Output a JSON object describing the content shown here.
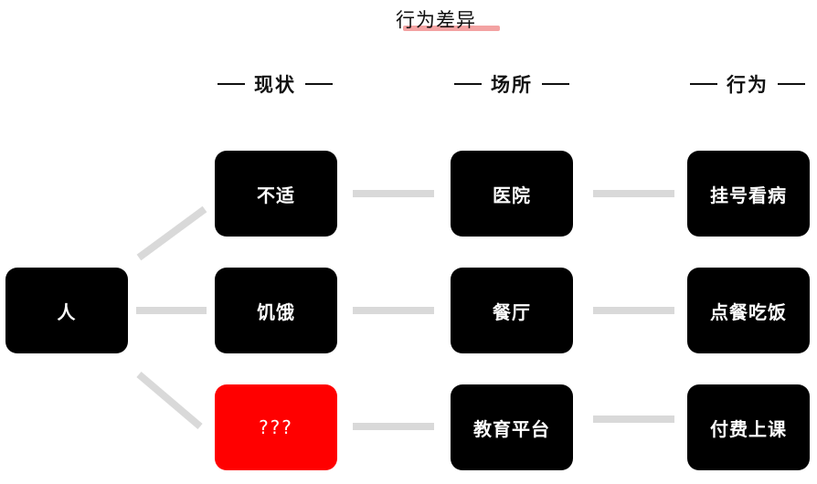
{
  "title": "行为差异",
  "columns": {
    "status": "现状",
    "place": "场所",
    "behavior": "行为"
  },
  "nodes": {
    "root": "人",
    "status": [
      "不适",
      "饥饿",
      "???"
    ],
    "place": [
      "医院",
      "餐厅",
      "教育平台"
    ],
    "behavior": [
      "挂号看病",
      "点餐吃饭",
      "付费上课"
    ]
  },
  "colors": {
    "node": "#000000",
    "highlight": "#ff0000",
    "connector": "#d9d9d9",
    "title_underline": "#f3a2a2"
  }
}
